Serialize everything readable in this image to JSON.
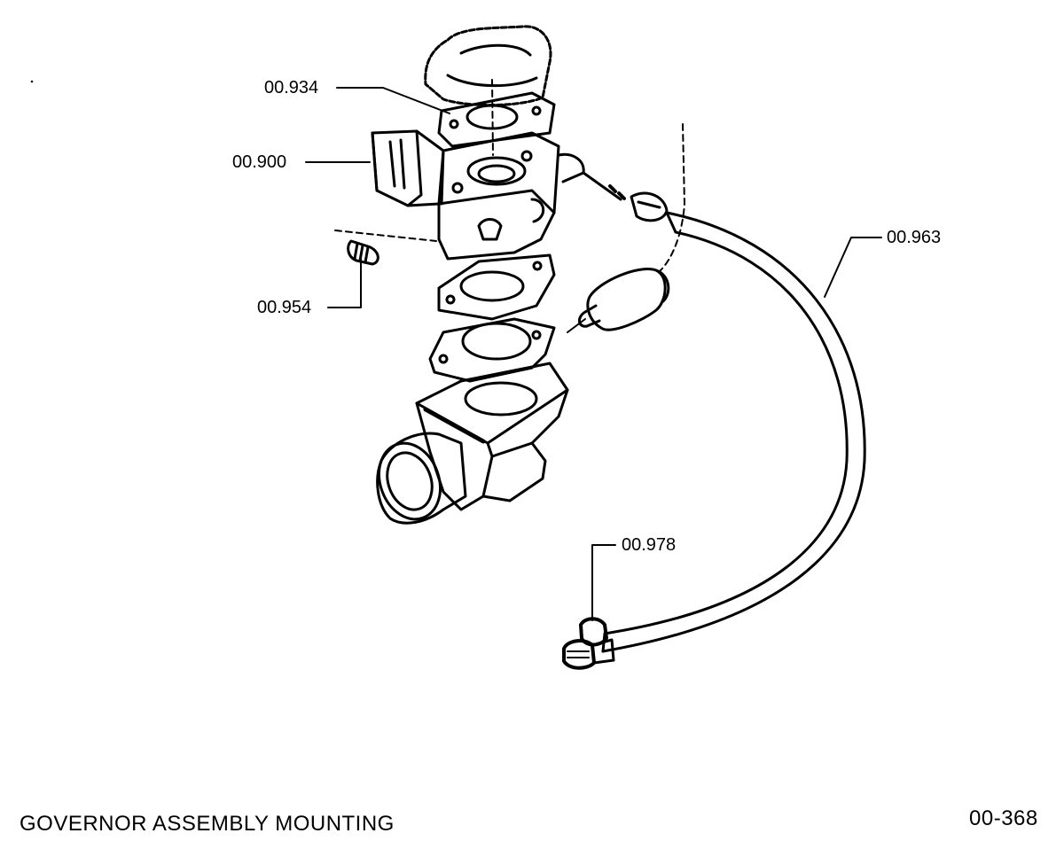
{
  "callouts": {
    "part_934": "00.934",
    "part_900": "00.900",
    "part_954": "00.954",
    "part_963": "00.963",
    "part_978": "00.978"
  },
  "caption": {
    "title": "GOVERNOR  ASSEMBLY  MOUNTING",
    "page_number": "00-368"
  },
  "colors": {
    "ink": "#000000",
    "background": "#ffffff"
  }
}
